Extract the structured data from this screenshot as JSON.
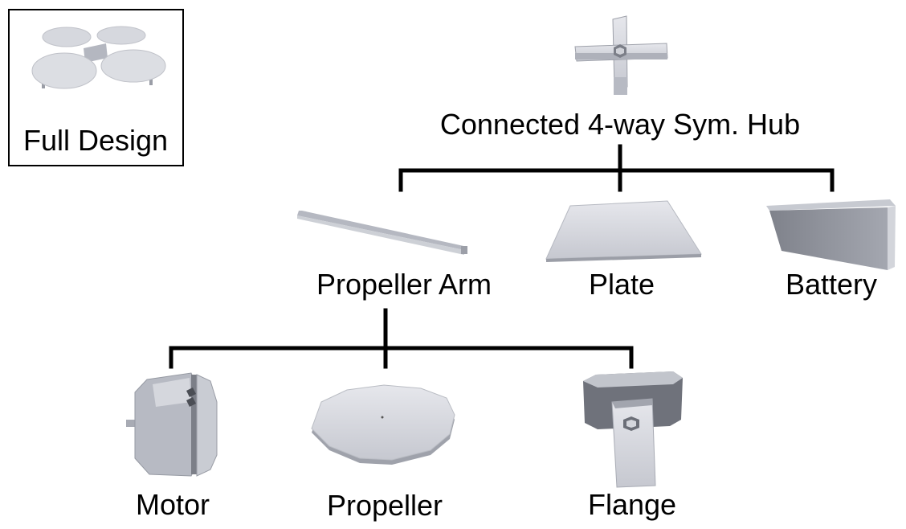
{
  "inset": {
    "label": "Full Design"
  },
  "nodes": {
    "hub": {
      "label": "Connected 4-way Sym. Hub"
    },
    "arm": {
      "label": "Propeller Arm"
    },
    "plate": {
      "label": "Plate"
    },
    "battery": {
      "label": "Battery"
    },
    "motor": {
      "label": "Motor"
    },
    "propeller": {
      "label": "Propeller"
    },
    "flange": {
      "label": "Flange"
    }
  },
  "colors": {
    "part_light": "#d9dbe2",
    "part_mid": "#b9bcc6",
    "part_dark": "#8d909a",
    "line": "#000000"
  }
}
